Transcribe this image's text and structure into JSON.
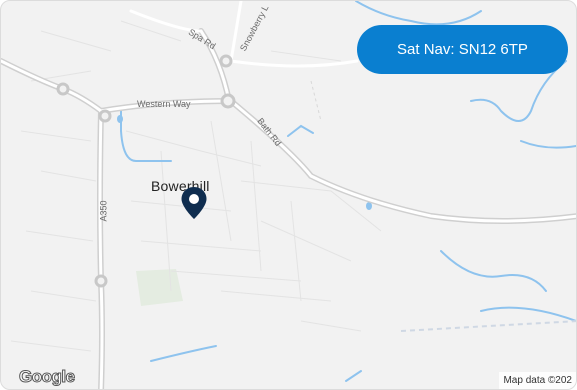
{
  "map": {
    "place_name": "Bowerhill",
    "road_labels": {
      "spa_rd": "Spa Rd",
      "snowberry": "Snowberry L",
      "western_way": "Western Way",
      "bath_rd": "Bath Rd",
      "a350": "A350"
    },
    "google_logo": "Google",
    "attribution": "Map data ©202"
  },
  "satnav": {
    "label": "Sat Nav: SN12 6TP"
  },
  "colors": {
    "accent": "#0a7fd0",
    "pin": "#0f2d4f",
    "water": "#8ec3ee",
    "background": "#f2f2f2"
  }
}
